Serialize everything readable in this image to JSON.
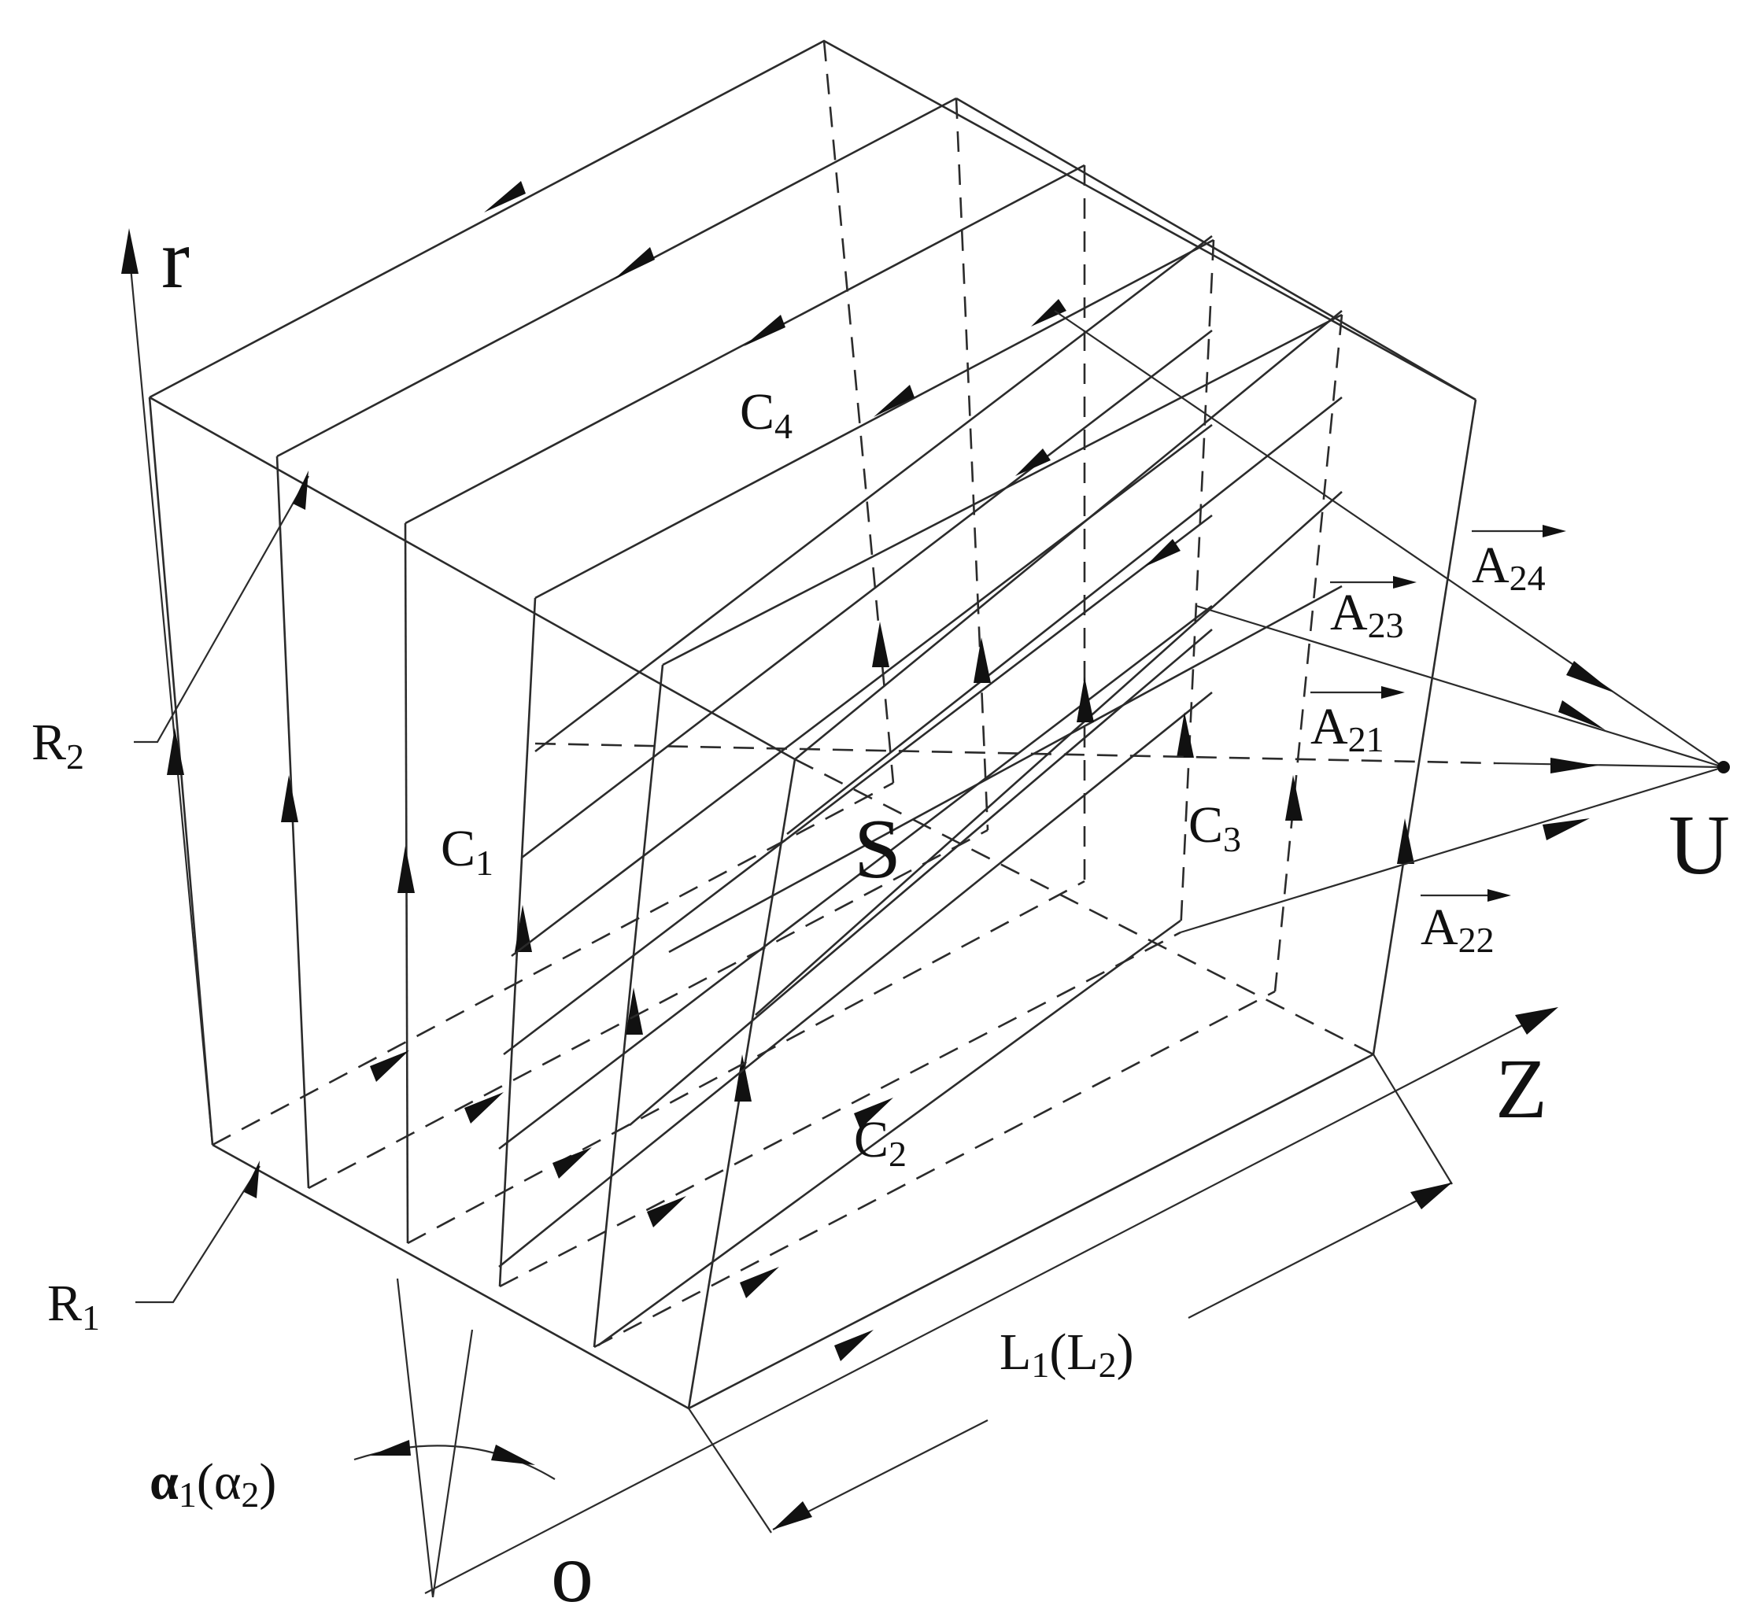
{
  "figure": {
    "axis_r": "r",
    "axis_z": "Z",
    "origin": "o",
    "point_s": "S",
    "point_u": "U",
    "c1": {
      "base": "C",
      "sub": "1"
    },
    "c2": {
      "base": "C",
      "sub": "2"
    },
    "c3": {
      "base": "C",
      "sub": "3"
    },
    "c4": {
      "base": "C",
      "sub": "4"
    },
    "r1": {
      "base": "R",
      "sub": "1"
    },
    "r2": {
      "base": "R",
      "sub": "2"
    },
    "a21": {
      "base": "A",
      "sub": "21"
    },
    "a22": {
      "base": "A",
      "sub": "22"
    },
    "a23": {
      "base": "A",
      "sub": "23"
    },
    "a24": {
      "base": "A",
      "sub": "24"
    },
    "length": {
      "base1": "L",
      "sub1": "1",
      "mid": "(L",
      "sub2": "2",
      "close": ")"
    },
    "angle": {
      "base1": "α",
      "sub1": "1",
      "mid": "(α",
      "sub2": "2",
      "close": ")"
    },
    "line_color": "#2b2b2b"
  }
}
